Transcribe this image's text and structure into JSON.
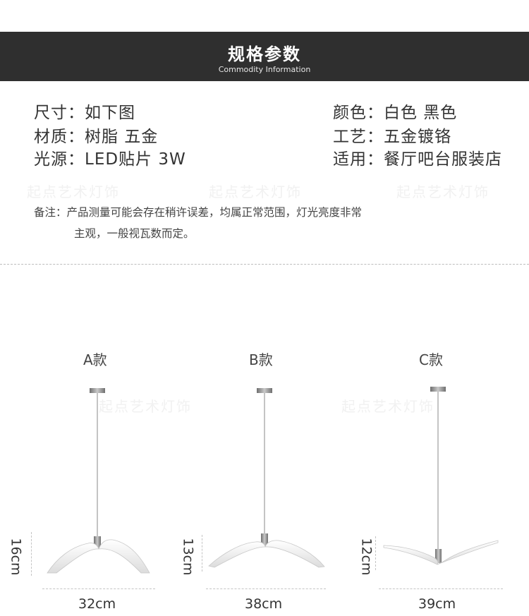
{
  "header": {
    "title": "规格参数",
    "subtitle": "Commodity Information"
  },
  "specs": {
    "size": "尺寸：如下图",
    "material": "材质：树脂 五金",
    "light": "光源：LED贴片 3W",
    "color": "颜色：白色 黑色",
    "craft": "工艺：五金镀铬",
    "usage": "适用：餐厅吧台服装店"
  },
  "note": {
    "line1": "备注：产品测量可能会存在稍许误差，均属正常范围，灯光亮度非常",
    "line2": "主观，一般视瓦数而定。"
  },
  "watermark": "起点艺术灯饰",
  "variants": [
    {
      "label": "A款",
      "width": "32cm",
      "height": "16cm"
    },
    {
      "label": "B款",
      "width": "38cm",
      "height": "13cm"
    },
    {
      "label": "C款",
      "width": "39cm",
      "height": "12cm"
    }
  ],
  "colors": {
    "header_bg": "#2f2f2f",
    "header_text": "#ffffff",
    "lamp_white": "#f4f4f4",
    "canopy_chrome": "#8a8a8a"
  }
}
